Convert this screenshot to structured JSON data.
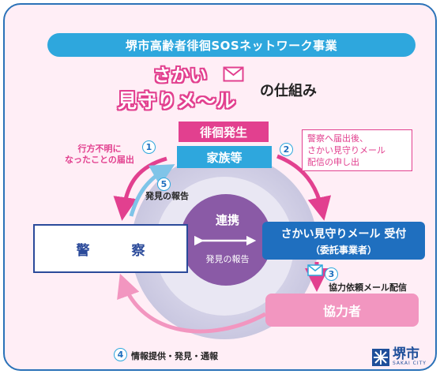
{
  "banner": {
    "title": "堺市高齢者徘徊SOSネットワーク事業"
  },
  "logo": {
    "line1": "さかい",
    "line2": "見守りメ〜ル",
    "subtitle": "の仕組み"
  },
  "boxes": {
    "wandering": "徘徊発生",
    "family": "家族等",
    "police": "警　察",
    "reception_title": "さかい見守りメール 受付",
    "reception_sub": "（委託事業者）",
    "cooperator": "協力者"
  },
  "center": {
    "label": "連携",
    "sub": "発見の報告"
  },
  "steps": {
    "step1": {
      "number": "1",
      "text": "行方不明に\nなったことの届出"
    },
    "step2": {
      "number": "2",
      "text": "警察へ届出後、\nさかい見守りメール\n配信の申し出"
    },
    "step3": {
      "number": "3",
      "text": "協力依頼メール配信"
    },
    "step4": {
      "number": "4",
      "text": "情報提供・発見・通報"
    },
    "step5": {
      "number": "5",
      "text": "発見の報告"
    }
  },
  "city": {
    "name": "堺市",
    "caption": "SAKAI CITY"
  },
  "colors": {
    "pink": "#e2408f",
    "light_pink": "#f296c0",
    "blue": "#2ea7dd",
    "dark_blue": "#1f6fbf",
    "purple": "#8a5aa6",
    "background": "#ffeef6"
  },
  "icons": {
    "envelope": "envelope-icon",
    "city_mark": "sakai-city-mark-icon"
  }
}
